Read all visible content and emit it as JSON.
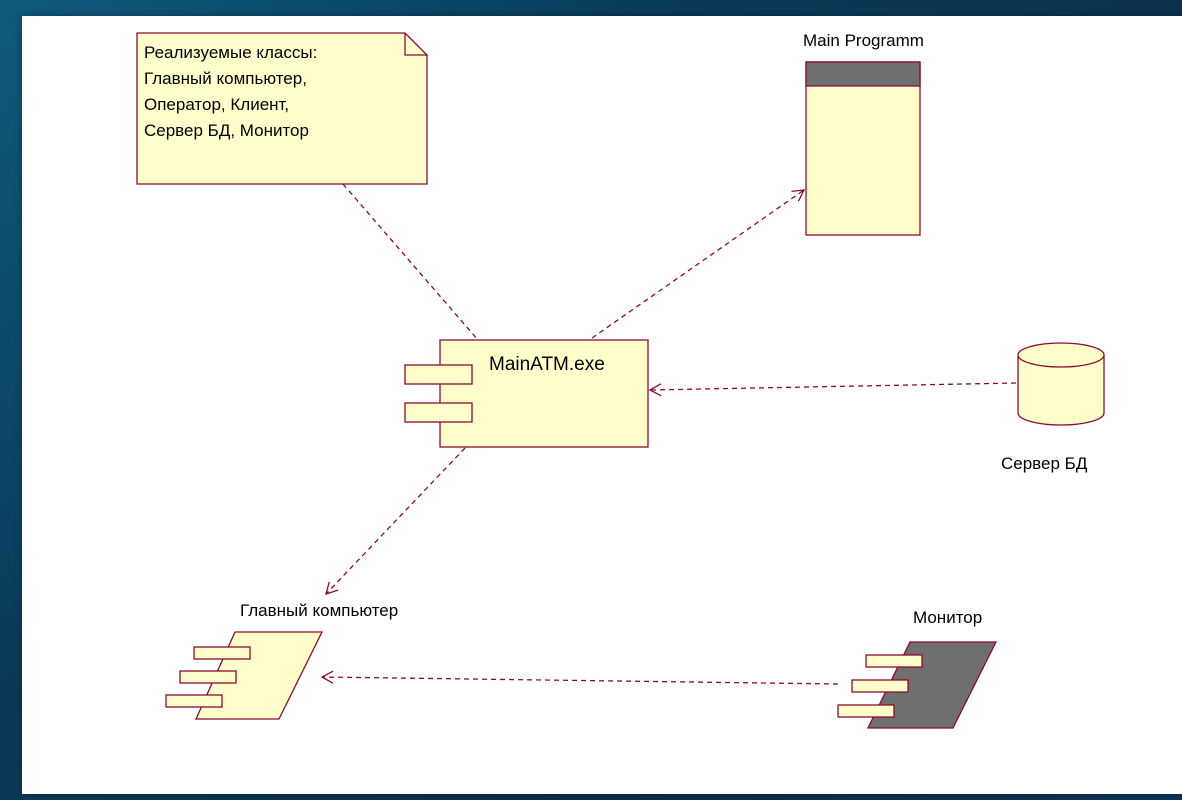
{
  "note": {
    "lines": [
      "Реализуемые классы:",
      "Главный компьютер,",
      "Оператор, Клиент,",
      "Сервер БД, Монитор"
    ]
  },
  "main_program": {
    "label": "Main Programm"
  },
  "main_exe": {
    "label": "MainATM.exe"
  },
  "db_server": {
    "label": "Сервер БД"
  },
  "main_computer": {
    "label": "Главный компьютер"
  },
  "monitor": {
    "label": "Монитор"
  },
  "colors": {
    "fill": "#ffffcc",
    "stroke": "#8b0b2f",
    "gray": "#6f6f6f",
    "background_dark": "#0a2e4a"
  }
}
